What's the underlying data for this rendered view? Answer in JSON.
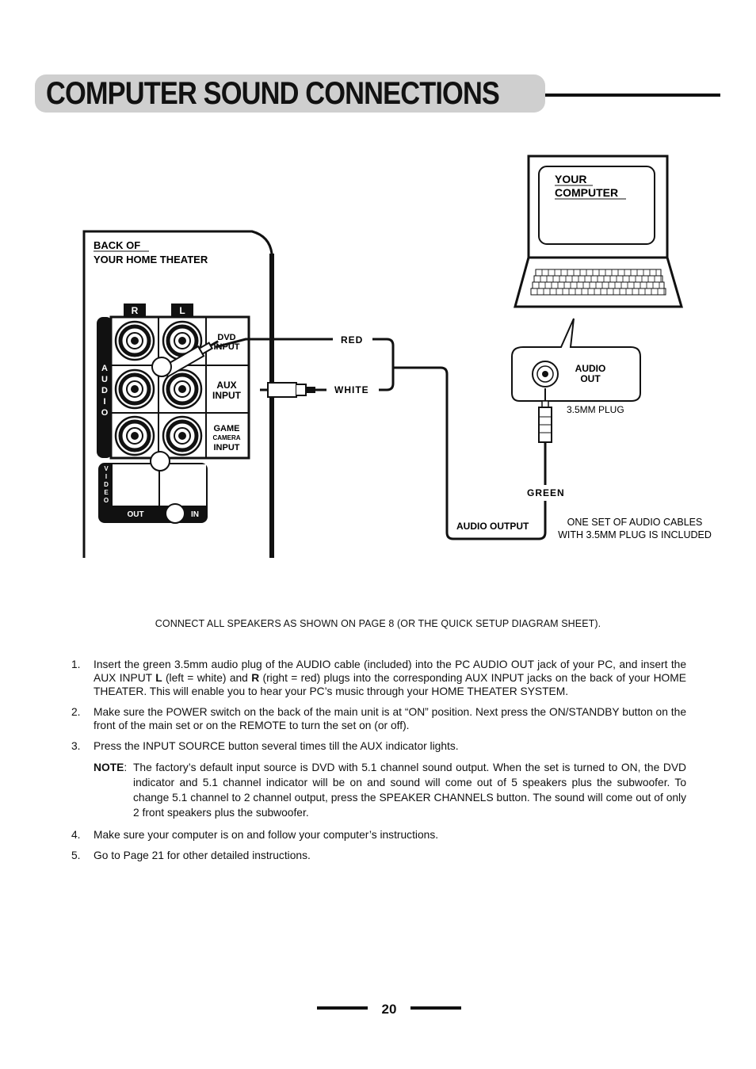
{
  "header": {
    "title": "COMPUTER SOUND CONNECTIONS"
  },
  "diagram": {
    "theater_label_1": "BACK OF",
    "theater_label_2": "YOUR HOME THEATER",
    "computer_label_1": "YOUR",
    "computer_label_2": "COMPUTER",
    "jack_r": "R",
    "jack_l": "L",
    "dvd_label_1": "DVD",
    "dvd_label_2": "INPUT",
    "aux_label_1": "AUX",
    "aux_label_2": "INPUT",
    "game_label_1": "GAME",
    "game_label_2": "CAMERA",
    "game_label_3": "INPUT",
    "audio_vertical": [
      "A",
      "U",
      "D",
      "I",
      "O"
    ],
    "video_vertical": [
      "V",
      "I",
      "D",
      "E",
      "O"
    ],
    "out_label": "OUT",
    "in_label": "IN",
    "red_label": "RED",
    "white_label": "WHITE",
    "audio_out_1": "AUDIO",
    "audio_out_2": "OUT",
    "plug_label": "3.5MM  PLUG",
    "green_label": "GREEN",
    "audio_output_label": "AUDIO OUTPUT",
    "cables_note_1": "ONE SET OF AUDIO CABLES",
    "cables_note_2": "WITH 3.5MM PLUG IS INCLUDED"
  },
  "caption": "CONNECT ALL SPEAKERS AS SHOWN ON PAGE 8 (OR THE QUICK SETUP DIAGRAM SHEET).",
  "steps": {
    "s1_num": "1.",
    "s1_a": "Insert the green 3.5mm audio plug of the AUDIO cable (included) into the PC AUDIO OUT jack of your PC, and insert the AUX INPUT ",
    "s1_l": "L",
    "s1_b": " (left = white) and ",
    "s1_r": "R",
    "s1_c": " (right = red) plugs into the corresponding AUX INPUT jacks on the back of your HOME THEATER. This will enable you to hear your PC’s music through your HOME THEATER SYSTEM.",
    "s2_num": "2.",
    "s2": "Make sure the POWER switch on the back of the main unit is at “ON” position. Next press the ON/STANDBY button on the front of the main set or on the REMOTE to turn the set on (or off).",
    "s3_num": "3.",
    "s3": "Press the INPUT SOURCE button several times till the AUX indicator lights.",
    "note_label": "NOTE",
    "note_colon": ":",
    "note": "The factory’s default input source is DVD with 5.1 channel sound output. When the set is turned to ON, the DVD indicator and 5.1 channel indicator will be on and sound will come out of 5 speakers plus the subwoofer. To change 5.1 channel to 2 channel output, press the SPEAKER CHANNELS button. The sound will come out of only 2 front speakers plus the subwoofer.",
    "s4_num": "4.",
    "s4": "Make sure your computer is on and follow your computer’s instructions.",
    "s5_num": "5.",
    "s5": "Go to Page 21 for other detailed instructions."
  },
  "footer": {
    "page_number": "20"
  }
}
